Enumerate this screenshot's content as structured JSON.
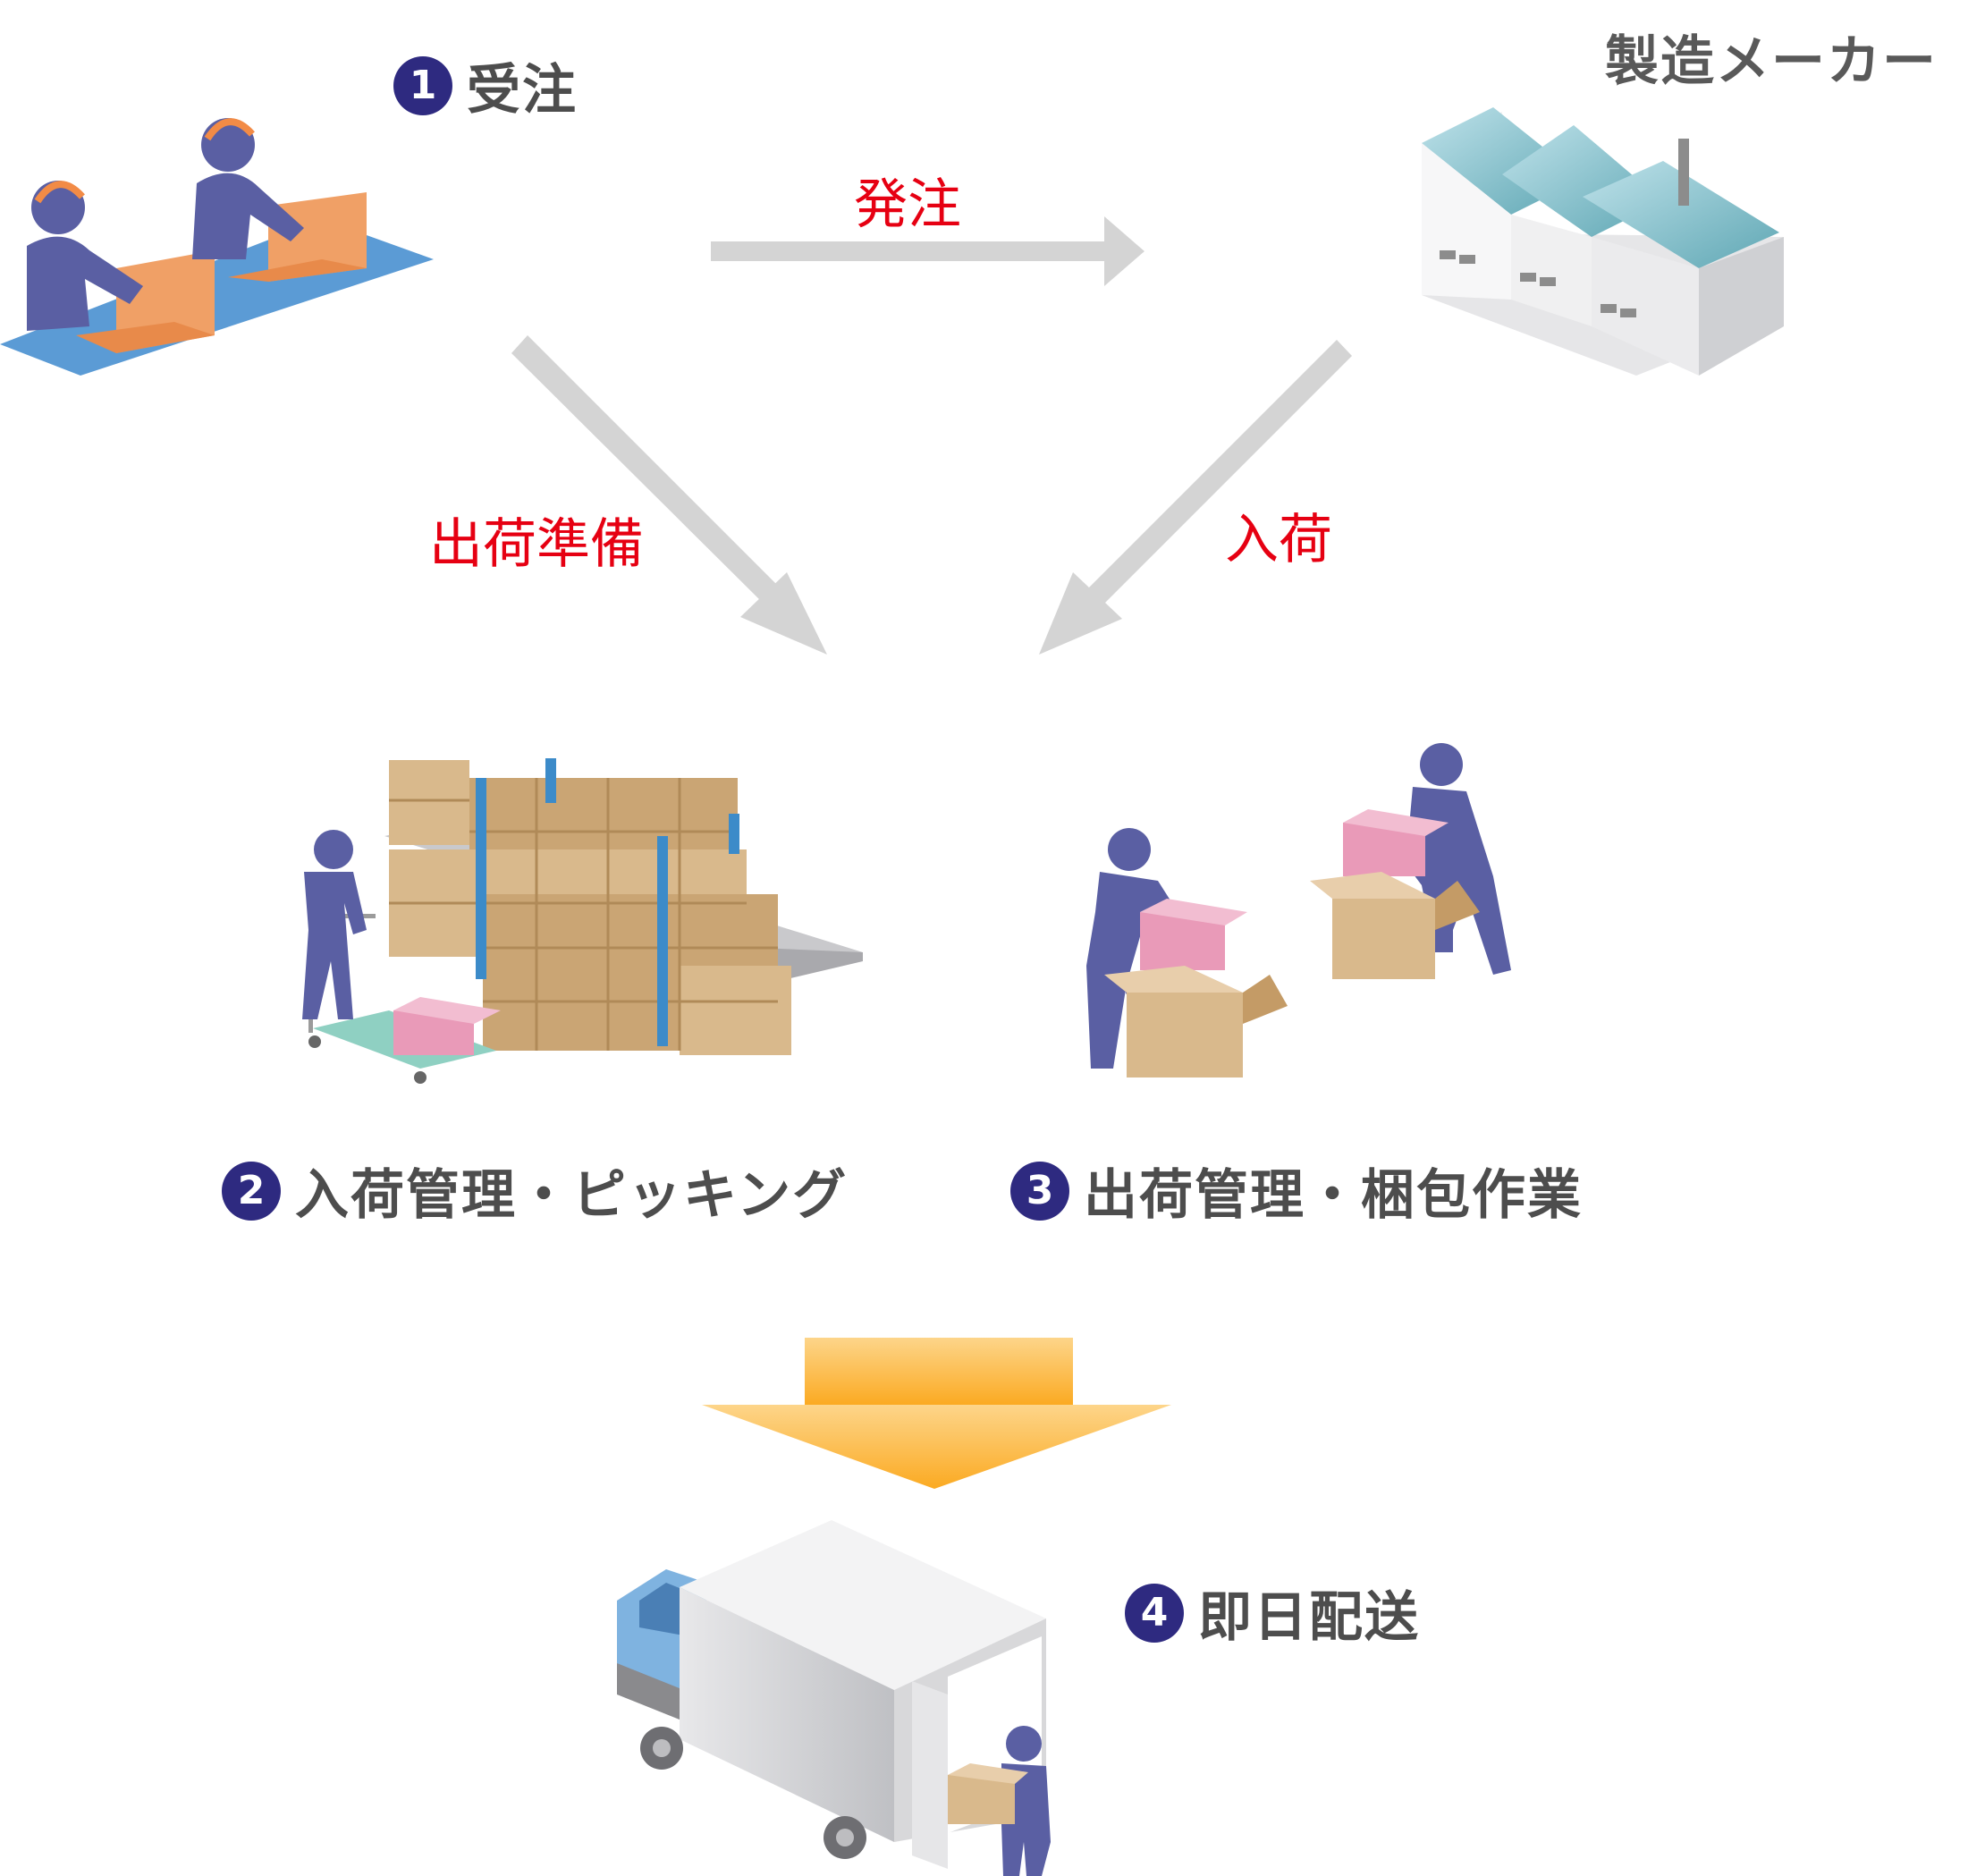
{
  "steps": [
    {
      "number": "1",
      "label": "受注"
    },
    {
      "number": "2",
      "label": "入荷管理・ピッキング"
    },
    {
      "number": "3",
      "label": "出荷管理・梱包作業"
    },
    {
      "number": "4",
      "label": "即日配送"
    }
  ],
  "maker": {
    "label": "製造メーカー"
  },
  "flows": {
    "order": "発注",
    "prepare": "出荷準備",
    "arrival": "入荷"
  },
  "colors": {
    "badge": "#2e2a80",
    "flow_text": "#e60012",
    "arrow_gray": "#d4d4d4",
    "arrow_orange": "#fbb03b",
    "worker": "#5a5fa3",
    "box": "#d9b98c",
    "pink_box": "#e99ab8"
  },
  "icons": [
    "call-center-icon",
    "factory-icon",
    "warehouse-picking-icon",
    "packing-workers-icon",
    "delivery-truck-icon"
  ]
}
